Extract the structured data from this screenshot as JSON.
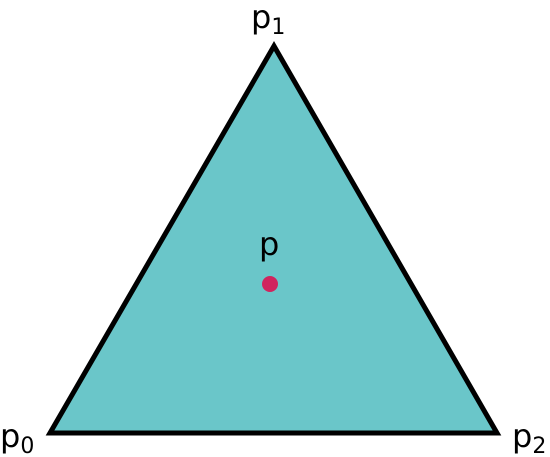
{
  "diagram": {
    "labels": {
      "p0": {
        "base": "p",
        "sub": "0"
      },
      "p1": {
        "base": "p",
        "sub": "1"
      },
      "p2": {
        "base": "p",
        "sub": "2"
      },
      "p": {
        "base": "p"
      }
    },
    "colors": {
      "triangle_fill": "#6ac6c9",
      "triangle_stroke": "#000000",
      "point_fill": "#d0245e",
      "text": "#000000"
    }
  }
}
